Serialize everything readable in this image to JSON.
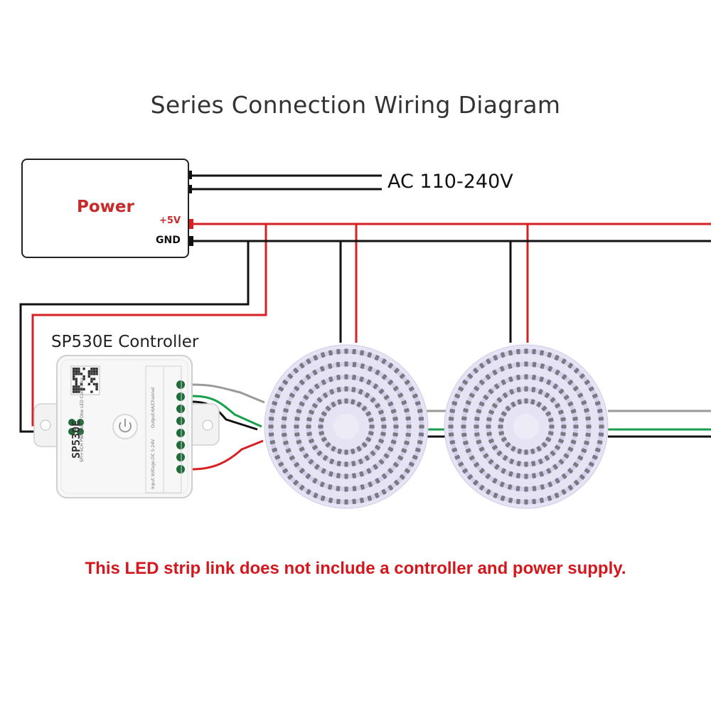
{
  "diagram": {
    "title": "Series Connection Wiring Diagram",
    "ac_label": "AC 110-240V",
    "power": {
      "label": "Power",
      "pin_positive": "+5V",
      "pin_ground": "GND"
    },
    "controller": {
      "label": "SP530E Controller",
      "brand": "SP530E",
      "subtitle": "SPI+5CH PWM All in One LED Controller",
      "spec_voltage": "Input Voltage:DC 5-24V",
      "spec_output": "Output:6A/Channel"
    },
    "notice": "This LED strip link does not include a controller and power supply.",
    "colors": {
      "red_wire": "#d62024",
      "black_wire": "#111111",
      "gray_wire": "#999999",
      "green_wire": "#17a04b",
      "led_board": "#e6e3f5",
      "led_chip": "#7a7a86",
      "notice_text": "#d4171d",
      "power_label": "#c62a2a"
    }
  }
}
